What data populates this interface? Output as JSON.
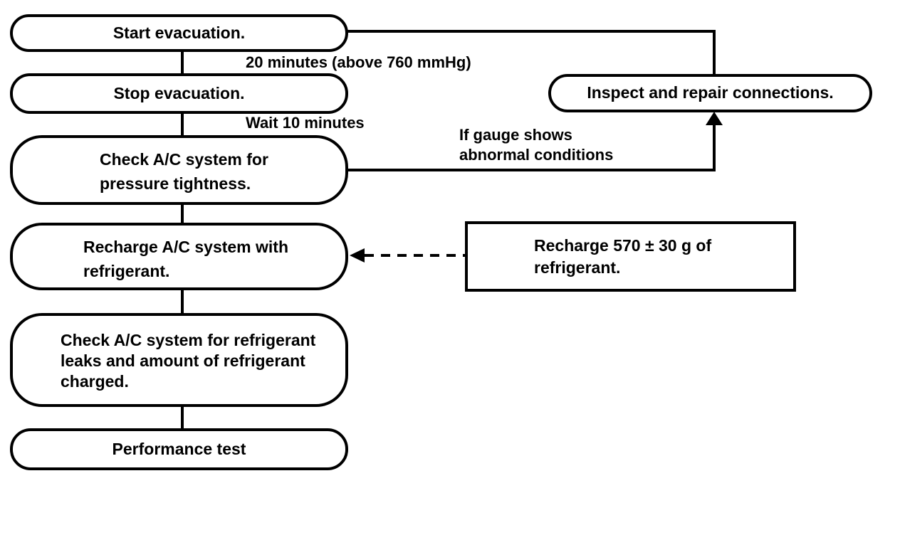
{
  "colors": {
    "ink": "#000000",
    "background": "#ffffff"
  },
  "flowchart": {
    "nodes": {
      "start": {
        "text": "Start evacuation."
      },
      "stop": {
        "text": "Stop evacuation."
      },
      "check_pressure": {
        "lines": [
          "Check A/C system for",
          "pressure tightness."
        ]
      },
      "recharge": {
        "lines": [
          "Recharge A/C system with",
          "refrigerant."
        ]
      },
      "check_leaks": {
        "lines": [
          "Check A/C system for refrigerant",
          "leaks and amount of refrigerant",
          "charged."
        ]
      },
      "performance": {
        "text": "Performance test"
      },
      "inspect": {
        "text": "Inspect and repair connections."
      },
      "recharge_note": {
        "lines": [
          "Recharge 570 ± 30 g of",
          "refrigerant."
        ]
      }
    },
    "edge_labels": {
      "start_to_stop": "20 minutes (above 760 mmHg)",
      "stop_to_check": "Wait 10 minutes",
      "gauge_condition_lines": [
        "If gauge shows",
        "abnormal conditions"
      ]
    }
  }
}
